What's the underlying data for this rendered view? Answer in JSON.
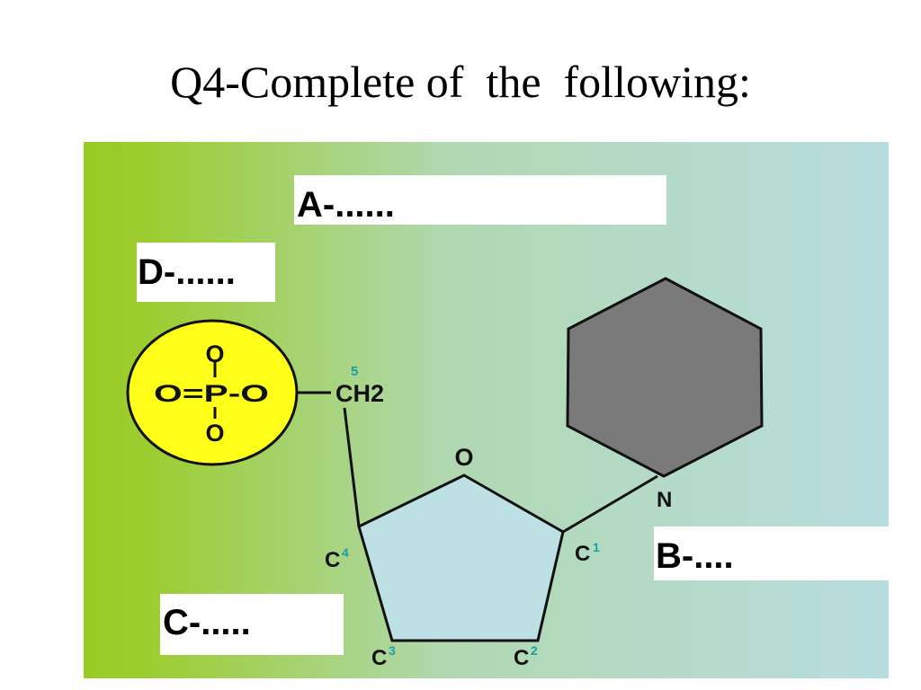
{
  "title": "Q4-Complete of  the  following:",
  "labels": {
    "a": "A-......",
    "b": "B-....",
    "c": "C-.....",
    "d": "D-......"
  },
  "phosphate": {
    "top_o": "O",
    "row": "O=P-O",
    "bottom_o": "O"
  },
  "sugar": {
    "ch2": "CH2",
    "ring_o": "O",
    "c_letter": "C",
    "c1_num": "1",
    "c2_num": "2",
    "c3_num": "3",
    "c4_num": "4",
    "c5_num": "5"
  },
  "base": {
    "n": "N"
  },
  "colors": {
    "gradient_left": "#98cc24",
    "gradient_mid": "#b0d8b0",
    "gradient_right": "#b8dde0",
    "phosphate_fill": "#ffff1a",
    "sugar_fill": "#bde0e4",
    "base_fill": "#7a7a7a",
    "superscript": "#1aa0a8"
  }
}
